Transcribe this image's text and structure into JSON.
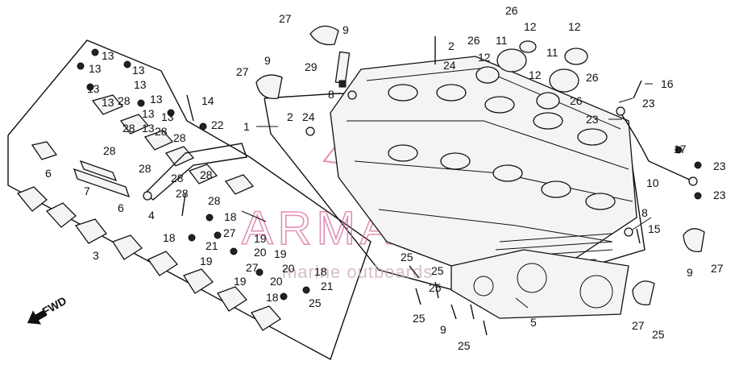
{
  "diagram": {
    "watermark": {
      "brand": "ARMADA",
      "tagline": "marine outboards",
      "accent": "#d86aa0"
    },
    "direction_marker": "FWD",
    "callouts": [
      {
        "id": "c-27a",
        "text": "27"
      },
      {
        "id": "c-9a",
        "text": "9"
      },
      {
        "id": "c-26a",
        "text": "26"
      },
      {
        "id": "c-12a",
        "text": "12"
      },
      {
        "id": "c-12b",
        "text": "12"
      },
      {
        "id": "c-2a",
        "text": "2"
      },
      {
        "id": "c-26b",
        "text": "26"
      },
      {
        "id": "c-11a",
        "text": "11"
      },
      {
        "id": "c-11b",
        "text": "11"
      },
      {
        "id": "c-24a",
        "text": "24"
      },
      {
        "id": "c-12c",
        "text": "12"
      },
      {
        "id": "c-26c",
        "text": "26"
      },
      {
        "id": "c-29",
        "text": "29"
      },
      {
        "id": "c-27b",
        "text": "27"
      },
      {
        "id": "c-9b",
        "text": "9"
      },
      {
        "id": "c-12d",
        "text": "12"
      },
      {
        "id": "c-16",
        "text": "16"
      },
      {
        "id": "c-13a",
        "text": "13"
      },
      {
        "id": "c-13b",
        "text": "13"
      },
      {
        "id": "c-13c",
        "text": "13"
      },
      {
        "id": "c-13d",
        "text": "13"
      },
      {
        "id": "c-13e",
        "text": "13"
      },
      {
        "id": "c-13f",
        "text": "13"
      },
      {
        "id": "c-8a",
        "text": "8"
      },
      {
        "id": "c-13g",
        "text": "13"
      },
      {
        "id": "c-28a",
        "text": "28"
      },
      {
        "id": "c-14",
        "text": "14"
      },
      {
        "id": "c-13h",
        "text": "13"
      },
      {
        "id": "c-26d",
        "text": "26"
      },
      {
        "id": "c-23a",
        "text": "23"
      },
      {
        "id": "c-13i",
        "text": "13"
      },
      {
        "id": "c-2b",
        "text": "2"
      },
      {
        "id": "c-24b",
        "text": "24"
      },
      {
        "id": "c-28b",
        "text": "28"
      },
      {
        "id": "c-23b",
        "text": "23"
      },
      {
        "id": "c-1",
        "text": "1"
      },
      {
        "id": "c-13j",
        "text": "13"
      },
      {
        "id": "c-28c",
        "text": "28"
      },
      {
        "id": "c-22",
        "text": "22"
      },
      {
        "id": "c-28d",
        "text": "28"
      },
      {
        "id": "c-28e",
        "text": "28"
      },
      {
        "id": "c-17",
        "text": "17"
      },
      {
        "id": "c-28f",
        "text": "28"
      },
      {
        "id": "c-23c",
        "text": "23"
      },
      {
        "id": "c-28g",
        "text": "28"
      },
      {
        "id": "c-6a",
        "text": "6"
      },
      {
        "id": "c-7",
        "text": "7"
      },
      {
        "id": "c-28h",
        "text": "28"
      },
      {
        "id": "c-10",
        "text": "10"
      },
      {
        "id": "c-23d",
        "text": "23"
      },
      {
        "id": "c-28i",
        "text": "28"
      },
      {
        "id": "c-28j",
        "text": "28"
      },
      {
        "id": "c-6b",
        "text": "6"
      },
      {
        "id": "c-4",
        "text": "4"
      },
      {
        "id": "c-18a",
        "text": "18"
      },
      {
        "id": "c-8b",
        "text": "8"
      },
      {
        "id": "c-27c",
        "text": "27"
      },
      {
        "id": "c-15",
        "text": "15"
      },
      {
        "id": "c-18b",
        "text": "18"
      },
      {
        "id": "c-19a",
        "text": "19"
      },
      {
        "id": "c-21a",
        "text": "21"
      },
      {
        "id": "c-20a",
        "text": "20"
      },
      {
        "id": "c-19b",
        "text": "19"
      },
      {
        "id": "c-3",
        "text": "3"
      },
      {
        "id": "c-19c",
        "text": "19"
      },
      {
        "id": "c-20b",
        "text": "20"
      },
      {
        "id": "c-25a",
        "text": "25"
      },
      {
        "id": "c-18c",
        "text": "18"
      },
      {
        "id": "c-27d",
        "text": "27"
      },
      {
        "id": "c-19d",
        "text": "19"
      },
      {
        "id": "c-20c",
        "text": "20"
      },
      {
        "id": "c-25b",
        "text": "25"
      },
      {
        "id": "c-9c",
        "text": "9"
      },
      {
        "id": "c-21b",
        "text": "21"
      },
      {
        "id": "c-18d",
        "text": "18"
      },
      {
        "id": "c-27e",
        "text": "27"
      },
      {
        "id": "c-25c",
        "text": "25"
      },
      {
        "id": "c-5",
        "text": "5"
      },
      {
        "id": "c-25d",
        "text": "25"
      },
      {
        "id": "c-25e",
        "text": "25"
      },
      {
        "id": "c-9d",
        "text": "9"
      },
      {
        "id": "c-27f",
        "text": "27"
      },
      {
        "id": "c-25f",
        "text": "25"
      },
      {
        "id": "c-25g",
        "text": "25"
      }
    ]
  }
}
